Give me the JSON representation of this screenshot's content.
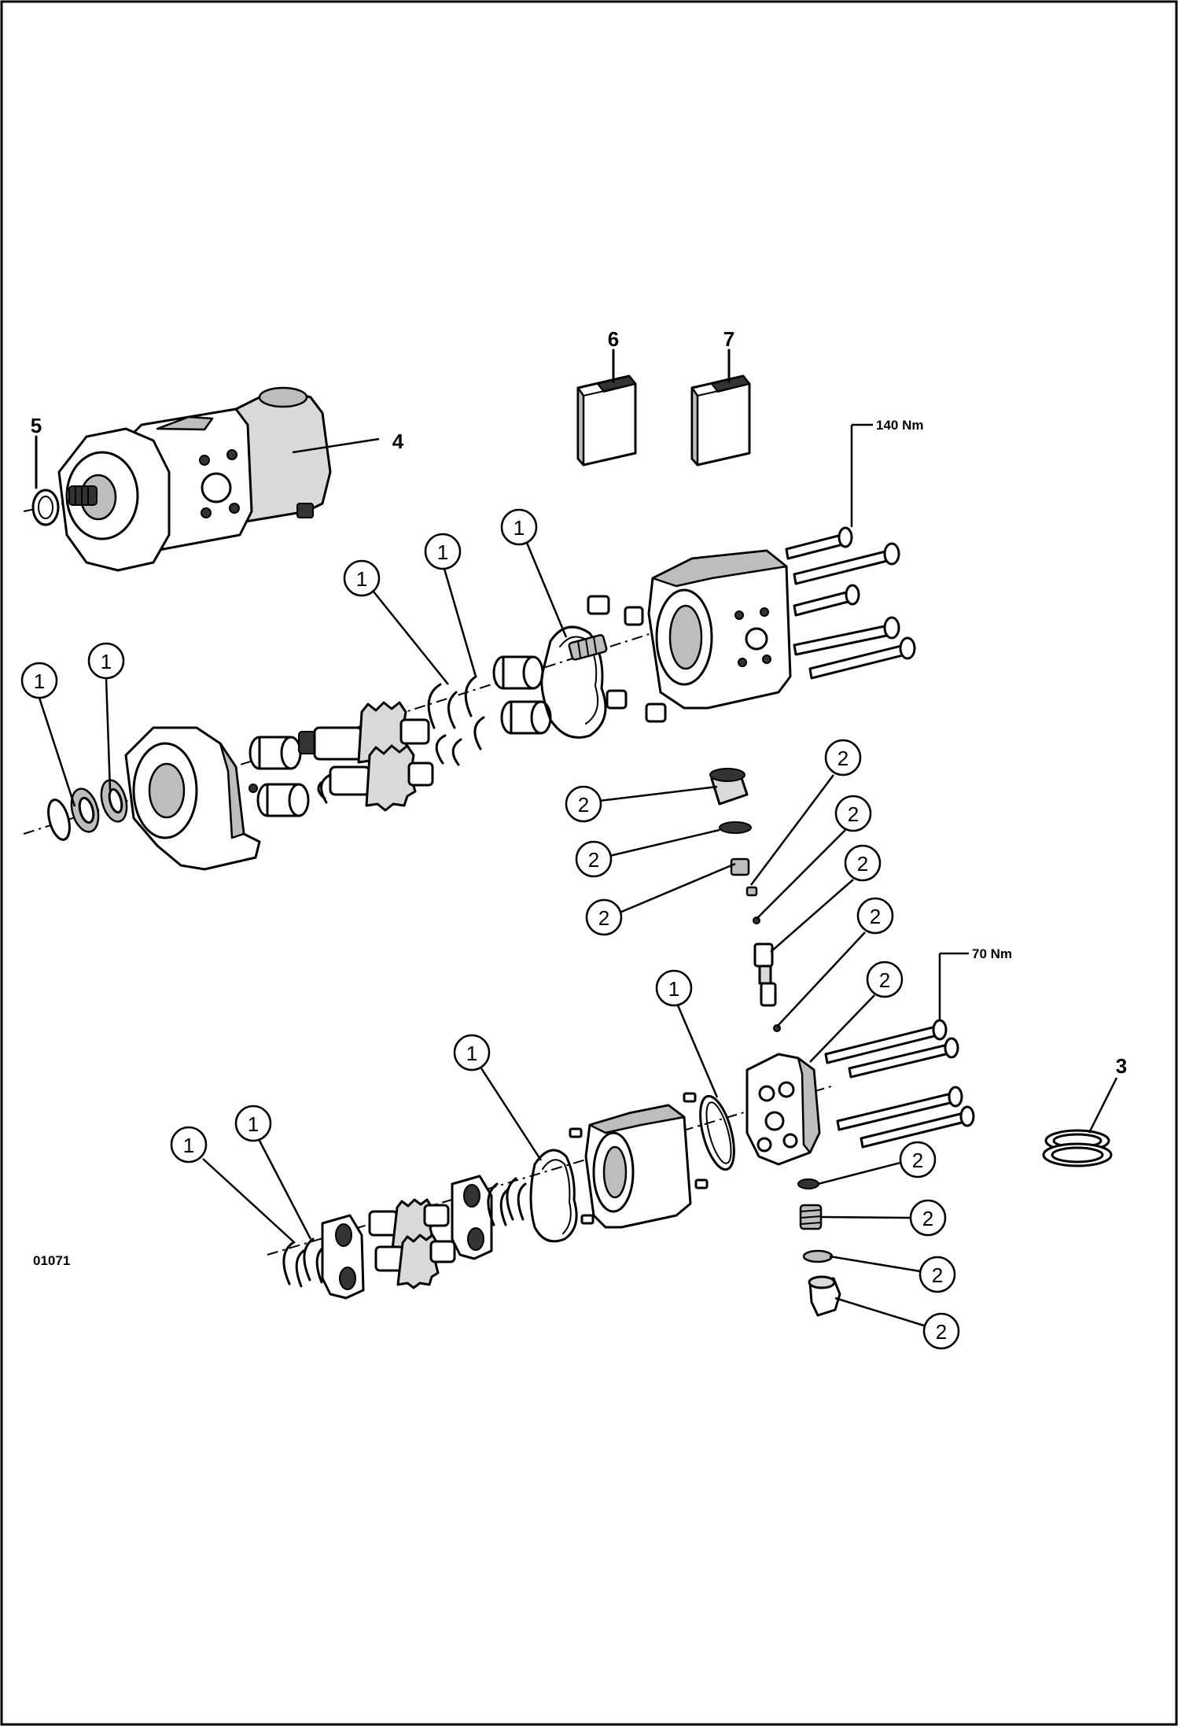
{
  "drawing_code": "01071",
  "torques": {
    "upper_bolts": "140 Nm",
    "lower_bolts": "70 Nm"
  },
  "part_refs": {
    "pump_assembly": "4",
    "shaft_seal": "5",
    "kit_a": "6",
    "kit_b": "7",
    "ring_set": "3"
  },
  "callouts": {
    "seal_kit": "1",
    "valve_kit": "2"
  }
}
